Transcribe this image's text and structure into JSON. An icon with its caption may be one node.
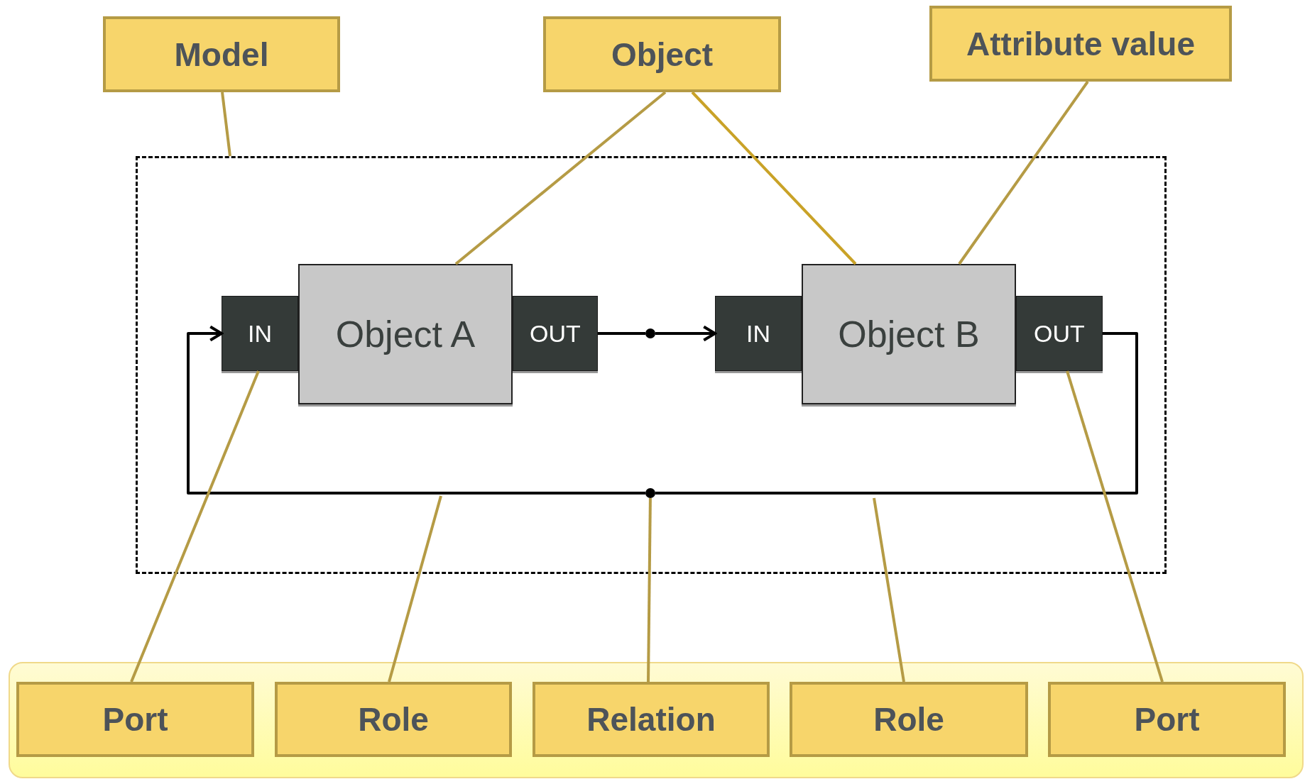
{
  "diagram": {
    "nodes": [
      {
        "text": [
          "Model"
        ]
      },
      {
        "text": [
          "Object"
        ]
      },
      {
        "text": [
          "Attribute value"
        ]
      },
      {
        "text": [],
        "shape": "box"
      },
      {
        "text": [
          "IN"
        ],
        "in": 3
      },
      {
        "text": [
          "Object A"
        ],
        "in": 3
      },
      {
        "text": [
          "OUT"
        ],
        "in": 3
      },
      {
        "text": [],
        "shape": "circle",
        "in": 3
      },
      {
        "text": [
          "IN"
        ],
        "in": 3
      },
      {
        "text": [
          "Object B"
        ],
        "in": 3
      },
      {
        "text": [
          "OUT"
        ],
        "in": 3
      },
      {
        "text": [],
        "shape": "circle",
        "in": 3
      },
      {
        "text": [
          "Port"
        ]
      },
      {
        "text": [
          "Role"
        ]
      },
      {
        "text": [
          "Relation"
        ]
      },
      {
        "text": [
          "Role"
        ]
      },
      {
        "text": [
          "Port"
        ]
      }
    ],
    "edges": [
      {
        "from": 6,
        "to": 7,
        "arrow": "none",
        "color": "#000000"
      },
      {
        "from": 7,
        "to": 8,
        "arrow": "to",
        "color": "#000000"
      },
      {
        "from": 10,
        "to": 11,
        "arrow": "none",
        "color": "#000000"
      },
      {
        "from": 11,
        "to": 4,
        "arrow": "to",
        "color": "#000000"
      },
      {
        "from": 0,
        "to": 3,
        "arrow": "none"
      },
      {
        "from": 1,
        "to": 5,
        "arrow": "none"
      },
      {
        "from": 1,
        "to": 9,
        "arrow": "none",
        "color": "#c9a227"
      },
      {
        "from": 2,
        "to": 9,
        "arrow": "none"
      },
      {
        "from": 12,
        "to": 4,
        "arrow": "none"
      },
      {
        "from": 13,
        "to": null,
        "arrow": "none"
      },
      {
        "from": 14,
        "to": 11,
        "arrow": "none"
      },
      {
        "from": 15,
        "to": null,
        "arrow": "none"
      },
      {
        "from": 16,
        "to": 10,
        "arrow": "none"
      }
    ]
  }
}
